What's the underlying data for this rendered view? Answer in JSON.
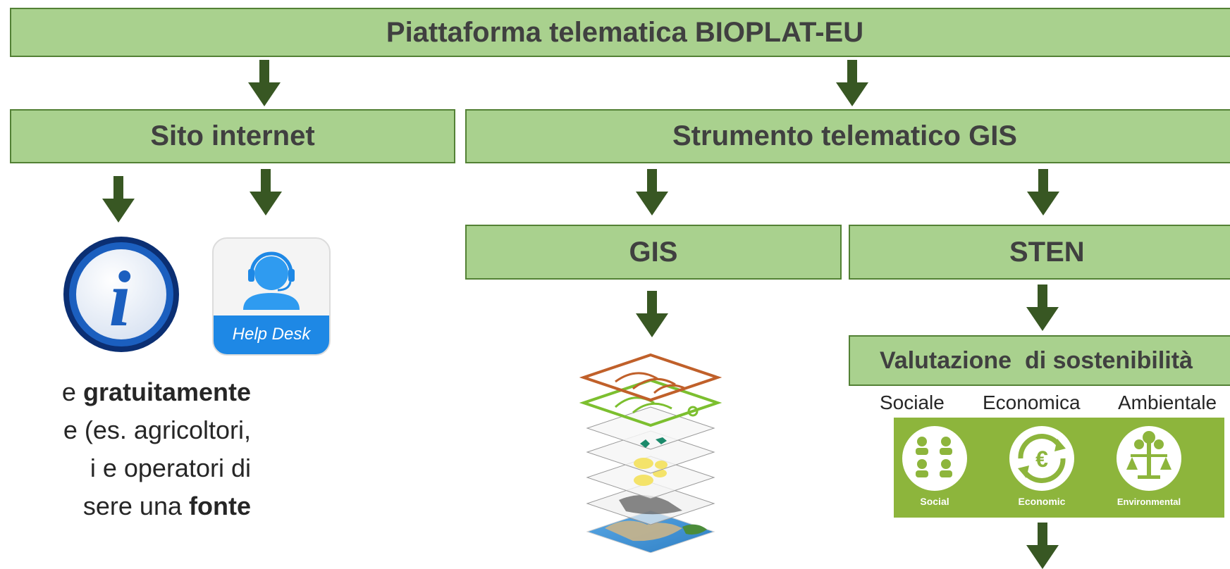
{
  "colors": {
    "box_fill": "#a9d18e",
    "box_border": "#538135",
    "arrow": "#385723",
    "sust_panel": "#8db53c",
    "helpdesk_blue": "#1e88e5"
  },
  "boxes": {
    "platform": "Piattaforma telematica BIOPLAT-EU",
    "website": "Sito internet",
    "gis_tool": "Strumento telematico GIS",
    "gis": "GIS",
    "sten": "STEN",
    "sustainability": "Valutazione  di sostenibilità"
  },
  "pillars": {
    "social_it": "Sociale",
    "economic_it": "Economica",
    "environmental_it": "Ambientale",
    "social_en": "Social",
    "economic_en": "Economic",
    "environmental_en": "Environmental"
  },
  "helpdesk": {
    "label": "Help Desk"
  },
  "info_icon": {
    "glyph": "i"
  },
  "body_text": {
    "line1_start": "e",
    "line1_bold": "gratuitamente",
    "line2": "e (es. agricoltori,",
    "line3": "i e operatori di",
    "line4_start": "sere una",
    "line4_bold": "fonte"
  },
  "icons": [
    "down-arrow-icon",
    "info-icon",
    "help-desk-icon",
    "gis-layers-icon",
    "social-icon",
    "economic-icon",
    "environmental-icon"
  ]
}
